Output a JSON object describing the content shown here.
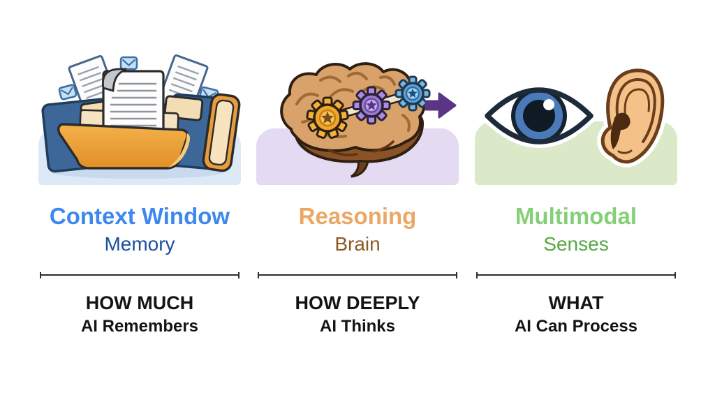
{
  "page": {
    "background": "#ffffff",
    "divider_color": "#2e2e2e",
    "label_color": "#141414"
  },
  "columns": [
    {
      "id": "context-window",
      "title": "Context Window",
      "subtitle": "Memory",
      "measure": "HOW MUCH",
      "measure_detail": "AI Remembers",
      "illustration": "folder-with-documents-and-chat-icons",
      "colors": {
        "title": "#3d87ef",
        "subtitle": "#1d4f9e",
        "panel": "#dde9f7"
      }
    },
    {
      "id": "reasoning",
      "title": "Reasoning",
      "subtitle": "Brain",
      "measure": "HOW DEEPLY",
      "measure_detail": "AI Thinks",
      "illustration": "brain-with-gears-and-arrow",
      "colors": {
        "title": "#eda764",
        "subtitle": "#8c5a22",
        "panel": "#e4daf1"
      }
    },
    {
      "id": "multimodal",
      "title": "Multimodal",
      "subtitle": "Senses",
      "measure": "WHAT",
      "measure_detail": "AI Can Process",
      "illustration": "eye-and-ear",
      "colors": {
        "title": "#85cf77",
        "subtitle": "#57a843",
        "panel": "#dbe9c8"
      }
    }
  ]
}
